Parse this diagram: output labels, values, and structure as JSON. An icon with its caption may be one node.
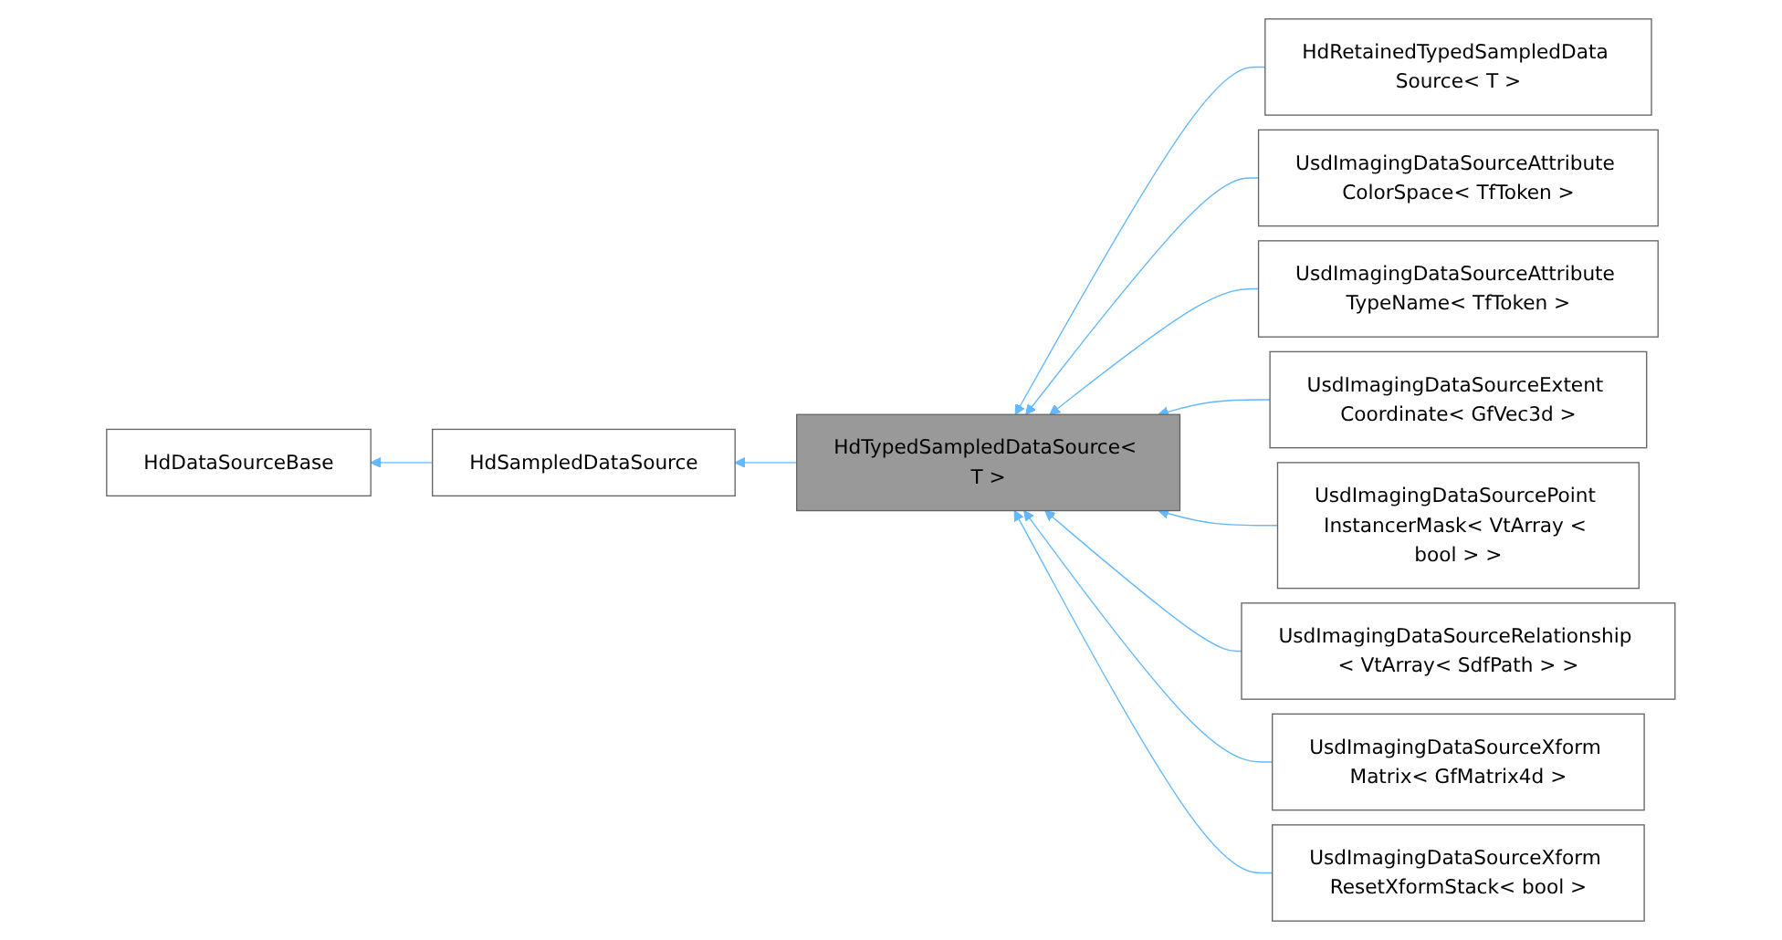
{
  "diagram": {
    "nodes": [
      {
        "text": [
          "HdDataSourceBase"
        ]
      },
      {
        "text": [
          "HdSampledDataSource"
        ]
      },
      {
        "text": [
          "HdTypedSampledDataSource< T >"
        ]
      },
      {
        "text": [
          "HdRetainedTypedSampledData Source< T >"
        ]
      },
      {
        "text": [
          "UsdImagingDataSourceAttribute ColorSpace< TfToken >"
        ]
      },
      {
        "text": [
          "UsdImagingDataSourceAttribute TypeName< TfToken >"
        ]
      },
      {
        "text": [
          "UsdImagingDataSourceExtent Coordinate< GfVec3d >"
        ]
      },
      {
        "text": [
          "UsdImagingDataSourcePoint InstancerMask< VtArray < bool > >"
        ]
      },
      {
        "text": [
          "UsdImagingDataSourceRelationship < VtArray< SdfPath > >"
        ]
      },
      {
        "text": [
          "UsdImagingDataSourceXform Matrix< GfMatrix4d >"
        ]
      },
      {
        "text": [
          "UsdImagingDataSourceXform ResetXformStack< bool >"
        ]
      }
    ],
    "edges": [
      {
        "from": 1,
        "to": 0,
        "arrow": "to"
      },
      {
        "from": 2,
        "to": 1,
        "arrow": "to"
      },
      {
        "from": 3,
        "to": 2,
        "arrow": "to"
      },
      {
        "from": 4,
        "to": 2,
        "arrow": "to"
      },
      {
        "from": 5,
        "to": 2,
        "arrow": "to"
      },
      {
        "from": 6,
        "to": 2,
        "arrow": "to"
      },
      {
        "from": 7,
        "to": 2,
        "arrow": "to"
      },
      {
        "from": 8,
        "to": 2,
        "arrow": "to"
      },
      {
        "from": 9,
        "to": 2,
        "arrow": "to"
      },
      {
        "from": 10,
        "to": 2,
        "arrow": "to"
      }
    ]
  }
}
